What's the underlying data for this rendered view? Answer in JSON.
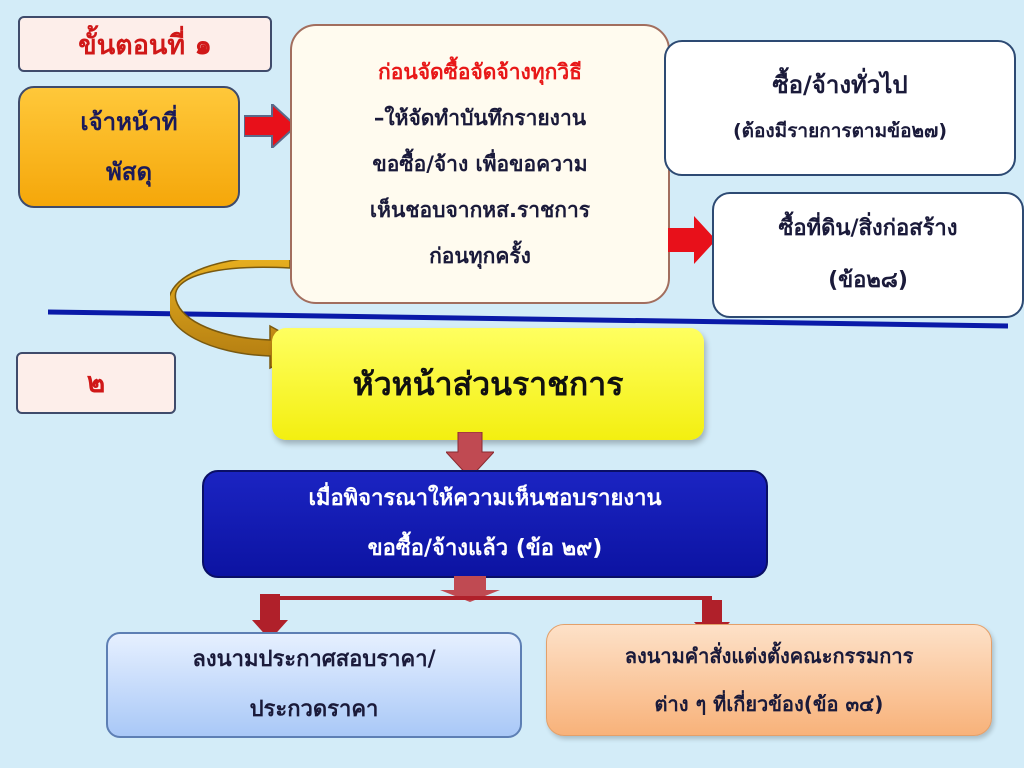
{
  "step1": {
    "label": "ขั้นตอนที่ ๑"
  },
  "step2": {
    "label": "๒"
  },
  "officer": {
    "line1": "เจ้าหน้าที่",
    "line2": "พัสดุ"
  },
  "center_box": {
    "line1": "ก่อนจัดซื้อจัดจ้างทุกวิธี",
    "line2": "–ให้จัดทำบันทึกรายงาน",
    "line3": "ขอซื้อ/จ้าง เพื่อขอความ",
    "line4": "เห็นชอบจากหส.ราชการ",
    "line5": "ก่อนทุกครั้ง"
  },
  "general_purchase": {
    "line1": "ซื้อ/จ้างทั่วไป",
    "line2": "(ต้องมีรายการตามข้อ๒๗)"
  },
  "land_purchase": {
    "line1": "ซื้อที่ดิน/สิ่งก่อสร้าง",
    "line2": "(ข้อ๒๘)"
  },
  "head_office": {
    "label": "หัวหน้าส่วนราชการ"
  },
  "approval": {
    "line1": "เมื่อพิจารณาให้ความเห็นชอบรายงาน",
    "line2": "ขอซื้อ/จ้างแล้ว  (ข้อ ๒๙)"
  },
  "announce": {
    "line1": "ลงนามประกาศสอบราคา/",
    "line2": "ประกวดราคา"
  },
  "committee": {
    "line1": "ลงนามคำสั่งแต่งตั้งคณะกรรมการ",
    "line2": "ต่าง ๆ ที่เกี่ยวข้อง(ข้อ ๓๔)"
  },
  "colors": {
    "background": "#d3ecf8",
    "red_text": "#d01818",
    "orange_box": "#f5a70a",
    "yellow_box": "#f3ef10",
    "blue_box": "#0c13a2",
    "divider": "#0a1aa8",
    "arrow_red": "#e8101a",
    "arrow_dark_red": "#b0202a"
  }
}
